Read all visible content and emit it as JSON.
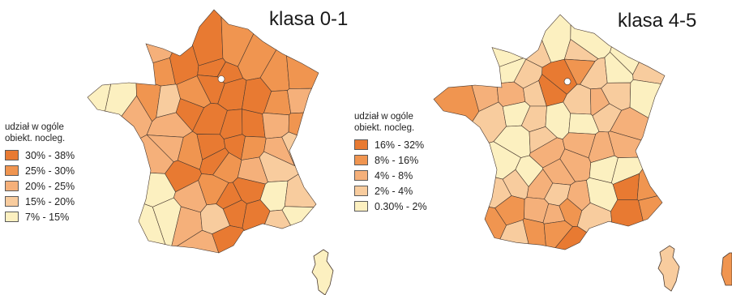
{
  "maps": [
    {
      "title": "klasa 0-1",
      "legend": {
        "title_lines": [
          "udział w ogóle",
          "obiekt. nocleg."
        ],
        "classes": [
          {
            "label": "30% - 38%",
            "color": "#e87a32"
          },
          {
            "label": "25% - 30%",
            "color": "#f09550"
          },
          {
            "label": "20% - 25%",
            "color": "#f5b07a"
          },
          {
            "label": "15% - 20%",
            "color": "#f8cc9e"
          },
          {
            "label": "7% - 15%",
            "color": "#fcf0c0"
          }
        ]
      }
    },
    {
      "title": "klasa 4-5",
      "legend": {
        "title_lines": [
          "udział w ogóle",
          "obiekt. nocleg."
        ],
        "classes": [
          {
            "label": "16% - 32%",
            "color": "#e87a32"
          },
          {
            "label": "8% - 16%",
            "color": "#f09550"
          },
          {
            "label": "4% - 8%",
            "color": "#f5b07a"
          },
          {
            "label": "2% - 4%",
            "color": "#f8cc9e"
          },
          {
            "label": "0.30% - 2%",
            "color": "#fcf0c0"
          }
        ]
      }
    }
  ]
}
